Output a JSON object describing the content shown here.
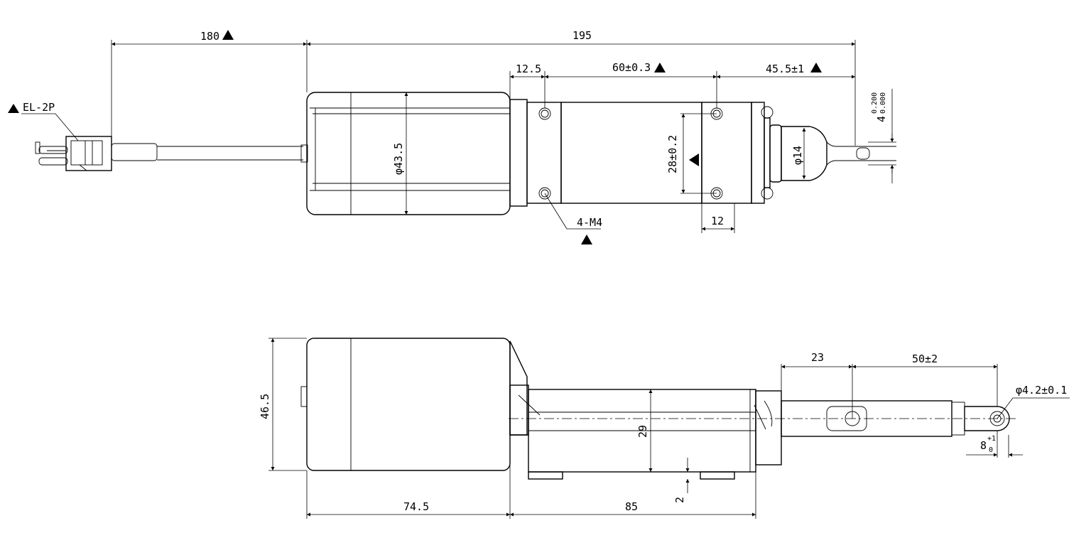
{
  "top_view": {
    "dim_cable_length": "180",
    "dim_overall_length": "195",
    "dim_flange_offset": "12.5",
    "dim_hole_spacing_long": "60±0.3",
    "dim_front_extension": "45.5±1",
    "dim_motor_diameter": "φ43.5",
    "dim_hole_spacing_short": "28±0.2",
    "dim_rod_diameter": "φ14",
    "dim_slot_width": "4",
    "dim_slot_tol_upper": "0.200",
    "dim_slot_tol_lower": "0.000",
    "dim_hole_to_edge": "12",
    "label_connector": "EL-2P",
    "label_mount_holes": "4-M4"
  },
  "side_view": {
    "dim_height": "46.5",
    "dim_motor_length": "74.5",
    "dim_body_length": "85",
    "dim_body_height": "29",
    "dim_base_offset": "2",
    "dim_rod_to_hole": "23",
    "dim_stroke": "50±2",
    "dim_hole_diameter": "φ4.2±0.1",
    "dim_eye_width": "8",
    "dim_eye_tol_upper": "+1",
    "dim_eye_tol_lower": "0"
  },
  "icons": {
    "critical_mark": "filled-triangle-icon"
  }
}
